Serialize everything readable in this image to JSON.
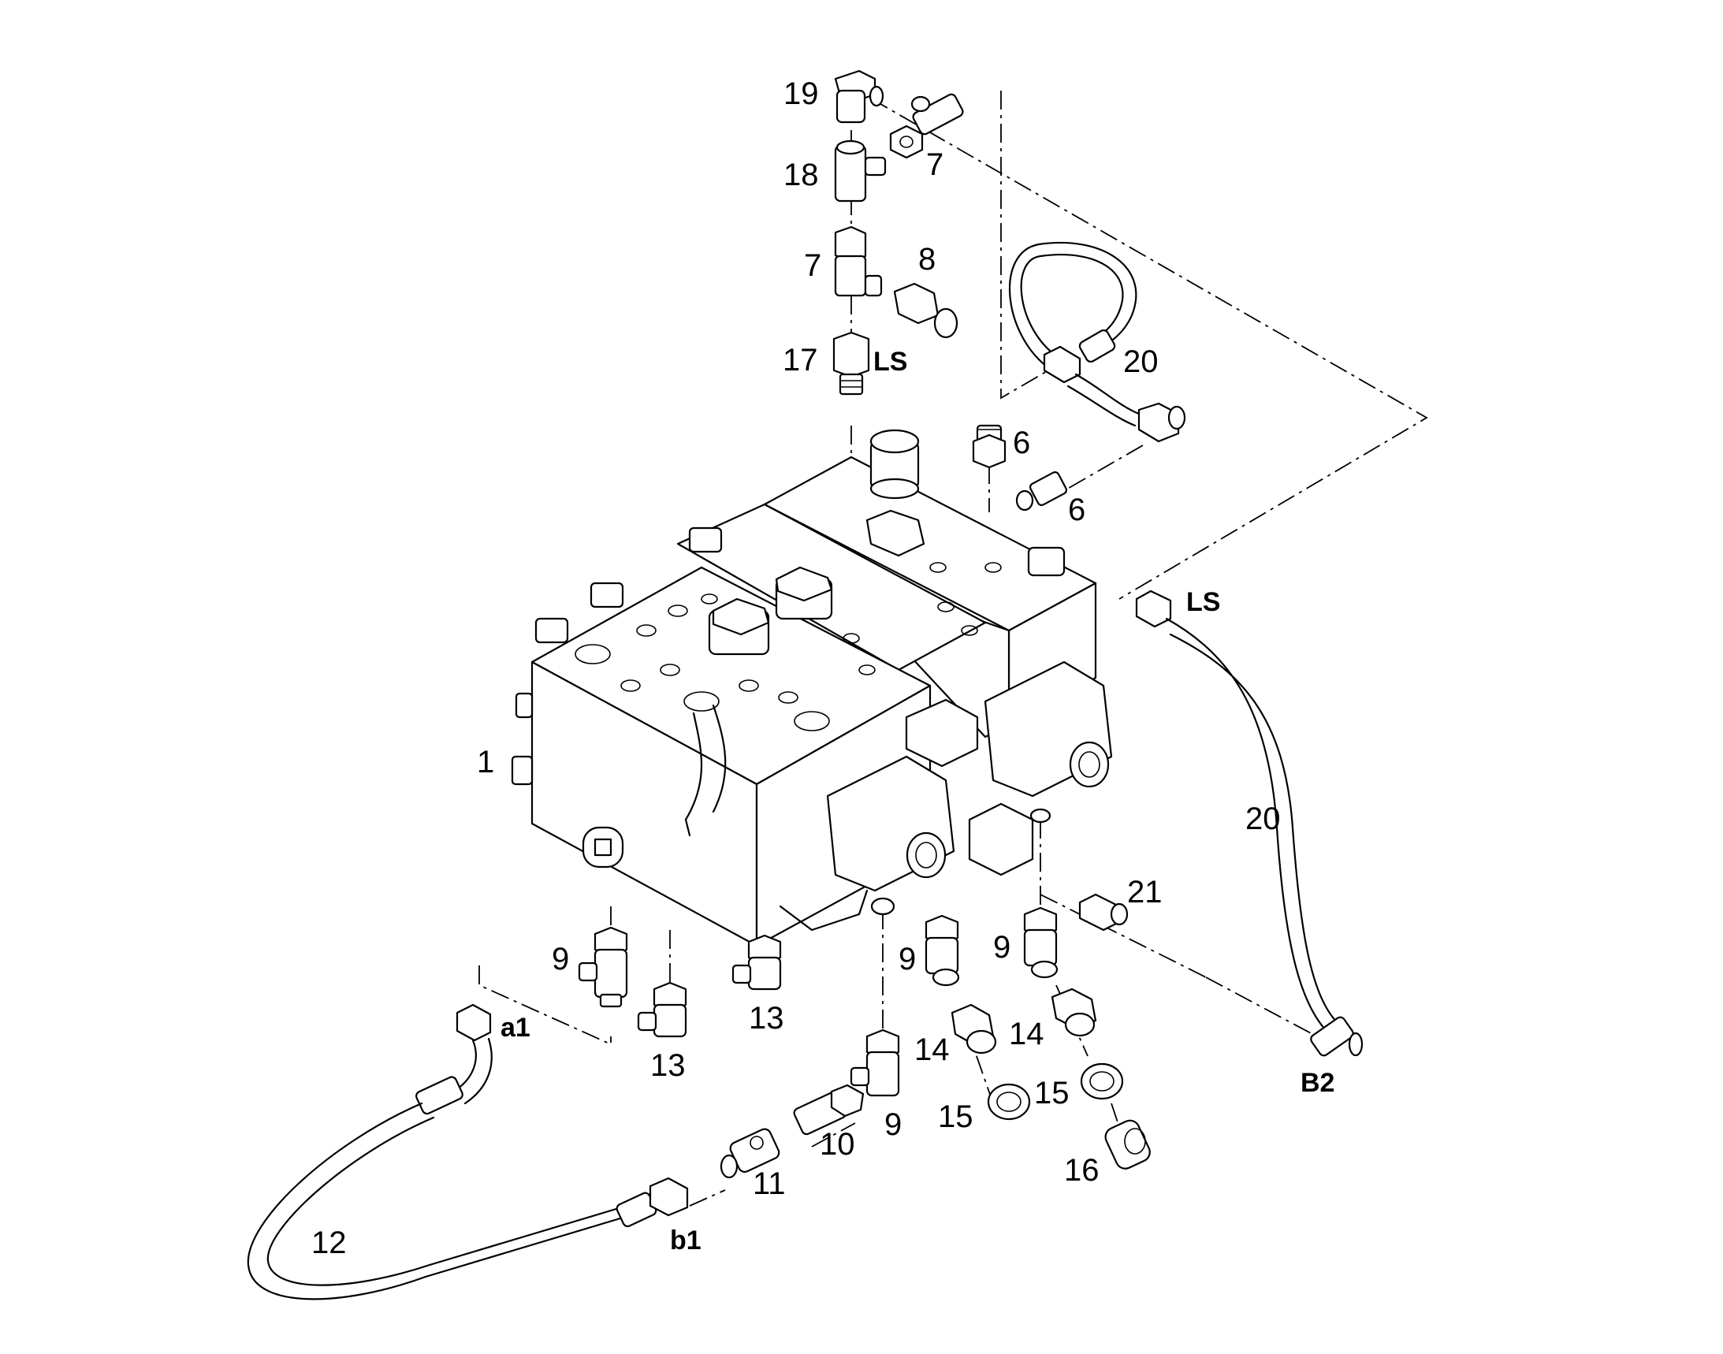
{
  "diagram": {
    "callouts": {
      "c19": "19",
      "c18": "18",
      "c7a": "7",
      "c7b": "7",
      "c8": "8",
      "c17": "17",
      "c20a": "20",
      "c6a": "6",
      "c6b": "6",
      "c1": "1",
      "c20b": "20",
      "c21": "21",
      "c9a": "9",
      "c9b": "9",
      "c9c": "9",
      "c9d": "9",
      "c13a": "13",
      "c13b": "13",
      "c14a": "14",
      "c14b": "14",
      "c15a": "15",
      "c15b": "15",
      "c16": "16",
      "c10": "10",
      "c11": "11",
      "c12": "12"
    },
    "port_labels": {
      "ls_top": "LS",
      "ls_right": "LS",
      "b2": "B2",
      "a1": "a1",
      "b1": "b1"
    }
  }
}
